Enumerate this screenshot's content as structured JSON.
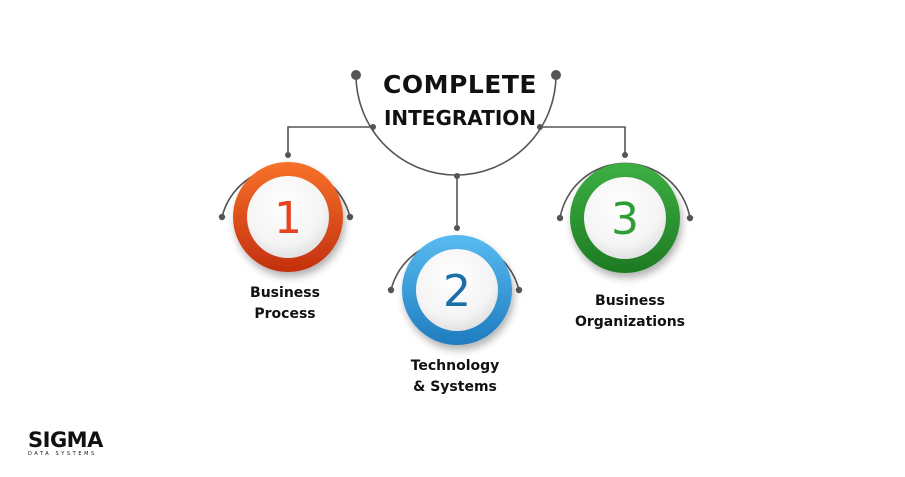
{
  "title": {
    "line1": "COMPLETE",
    "line2": "INTEGRATION"
  },
  "steps": [
    {
      "number": "1",
      "line1": "Business",
      "line2": "Process",
      "color": "#e8431f",
      "color_dark": "#a82a10",
      "number_color": "#e8431f"
    },
    {
      "number": "2",
      "line1": "Technology",
      "line2": "& Systems",
      "color": "#3ba3de",
      "color_dark": "#1b6fa6",
      "number_color": "#1b6fa6"
    },
    {
      "number": "3",
      "line1": "Business",
      "line2": "Organizations",
      "color": "#2f9d35",
      "color_dark": "#1a6b1f",
      "number_color": "#2f9d35"
    }
  ],
  "logo": {
    "name": "SIGMA",
    "tagline": "DATA SYSTEMS"
  },
  "colors": {
    "connector": "#555555",
    "ring_shadow": "#bfbfbf"
  }
}
